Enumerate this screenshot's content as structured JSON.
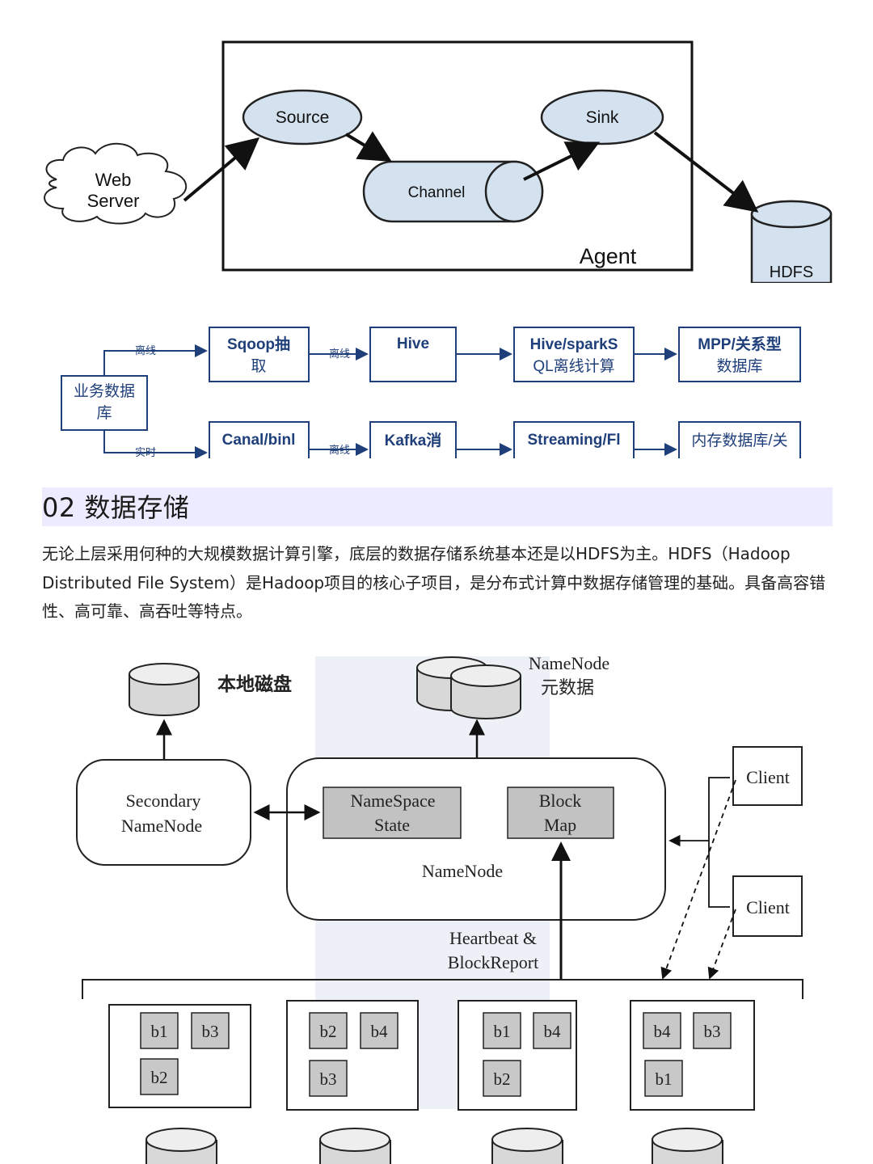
{
  "flume": {
    "web_server_line1": "Web",
    "web_server_line2": "Server",
    "source": "Source",
    "channel": "Channel",
    "sink": "Sink",
    "agent": "Agent",
    "hdfs": "HDFS"
  },
  "pipeline": {
    "db_line1": "业务数据",
    "db_line2": "库",
    "label_offline": "离线",
    "label_realtime": "实时",
    "offline": {
      "sqoop_line1": "Sqoop抽",
      "sqoop_line2": "取",
      "hive": "Hive",
      "hivespark_line1": "Hive/sparkS",
      "hivespark_line2": "QL离线计算",
      "mpp_line1": "MPP/关系型",
      "mpp_line2": "数据库"
    },
    "realtime": {
      "canal": "Canal/binl",
      "kafka": "Kafka消",
      "streaming": "Streaming/Fl",
      "memdb": "内存数据库/关"
    }
  },
  "section": {
    "title": "02 数据存储",
    "paragraph": "无论上层采用何种的大规模数据计算引擎，底层的数据存储系统基本还是以HDFS为主。HDFS（Hadoop Distributed File System）是Hadoop项目的核心子项目，是分布式计算中数据存储管理的基础。具备高容错性、高可靠、高吞吐等特点。"
  },
  "hdfs_diagram": {
    "local_disk": "本地磁盘",
    "nn_meta_line1": "NameNode",
    "nn_meta_line2": "元数据",
    "secondary_line1": "Secondary",
    "secondary_line2": "NameNode",
    "namespace_line1": "NameSpace",
    "namespace_line2": "State",
    "blockmap_line1": "Block",
    "blockmap_line2": "Map",
    "namenode": "NameNode",
    "client": "Client",
    "heartbeat_line1": "Heartbeat &",
    "heartbeat_line2": "BlockReport",
    "datanodes": [
      {
        "top": [
          "b1",
          "b3"
        ],
        "bottom": "b2"
      },
      {
        "top": [
          "b2",
          "b4"
        ],
        "bottom": "b3"
      },
      {
        "top": [
          "b1",
          "b4"
        ],
        "bottom": "b2"
      },
      {
        "top": [
          "b4",
          "b3"
        ],
        "bottom": "b1"
      }
    ]
  }
}
